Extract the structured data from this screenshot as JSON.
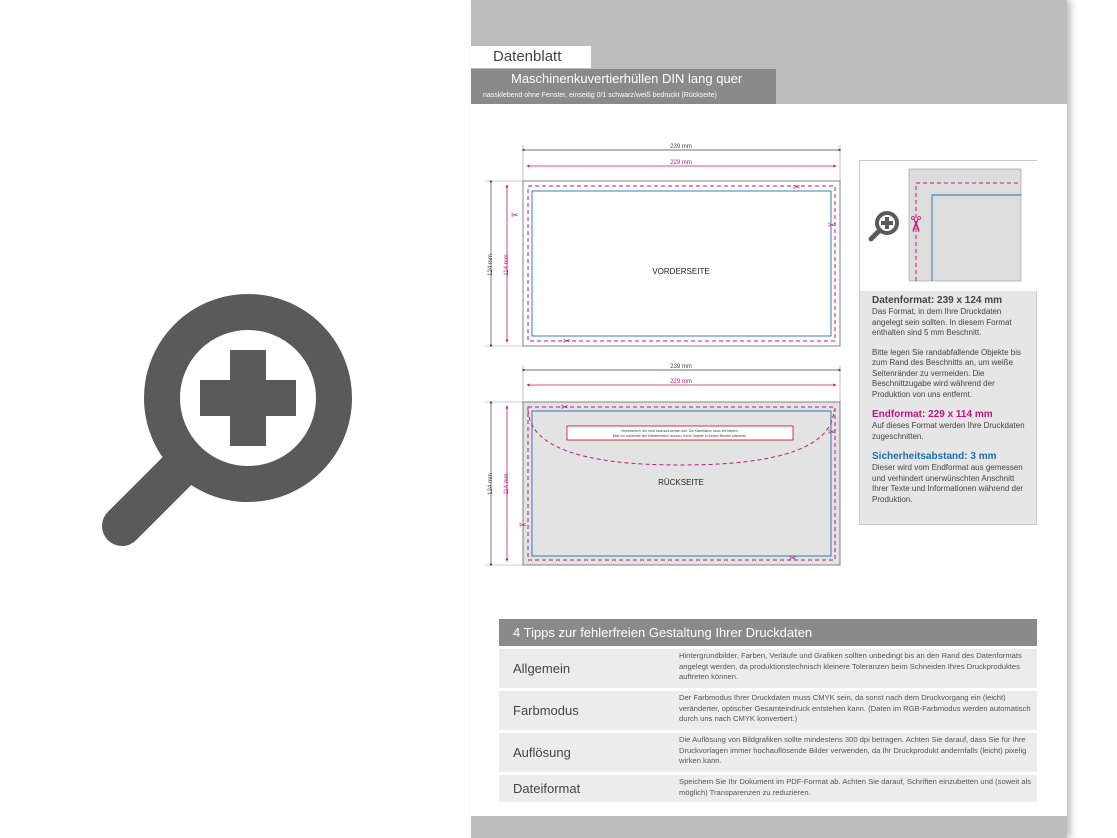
{
  "header": {
    "doc_label": "Datenblatt",
    "title": "Maschinenkuvertierhüllen DIN lang quer",
    "subtitle": "nassklebend ohne Fenster, einseitig 0/1 schwarz/weiß bedruckt (Rückseite)"
  },
  "diagram": {
    "front": {
      "width_outer": "239 mm",
      "width_inner": "229 mm",
      "height_outer": "124 mm",
      "height_inner": "114 mm",
      "label": "VORDERSEITE"
    },
    "back": {
      "width_outer": "239 mm",
      "width_inner": "229 mm",
      "height_outer": "124 mm",
      "height_inner": "114 mm",
      "label": "RÜCKSEITE",
      "warning_line1": "Klebebereich, der nicht bedruckt werden darf. Die Klebefläche muss frei bleiben.",
      "warning_line2": "Bitte nur außerhalb des Klebebereichs drucken. Keine Objekte in diesem Bereich platzieren."
    }
  },
  "info": {
    "datenformat_title": "Datenformat: 239 x 124 mm",
    "datenformat_text": "Das Format, in dem Ihre Druckdaten angelegt sein sollten. In diesem Format enthalten sind 5 mm Beschnitt.",
    "bleed_text": "Bitte legen Sie randabfallende Objekte bis zum Rand des Beschnitts an, um weiße Seitenränder zu vermeiden. Die Beschnittzugabe wird während der Produktion von uns entfernt.",
    "endformat_title": "Endformat: 229 x 114 mm",
    "endformat_text": "Auf dieses Format werden Ihre Druckdaten zugeschnitten.",
    "safety_title": "Sicherheitsabstand: 3 mm",
    "safety_text": "Dieser wird vom Endformat aus gemessen und verhindert unerwünschten Anschnitt Ihrer Texte und Informationen während der Produktion."
  },
  "tips": {
    "title": "4 Tipps zur fehlerfreien Gestaltung Ihrer Druckdaten",
    "rows": [
      {
        "name": "Allgemein",
        "text": "Hintergrundbilder, Farben, Verläufe und Grafiken sollten unbedingt bis an den Rand des Datenformats angelegt werden, da produktionstechnisch kleinere Toleranzen beim Schneiden Ihres Druckproduktes auftreten können."
      },
      {
        "name": "Farbmodus",
        "text": "Der Farbmodus Ihrer Druckdaten muss CMYK sein, da sonst nach dem Druckvorgang ein (leicht) veränderter, optischer Gesamteindruck entstehen kann. (Daten im RGB-Farbmodus werden automatisch durch uns nach CMYK konvertiert.)"
      },
      {
        "name": "Auflösung",
        "text": "Die Auflösung von Bildgrafiken sollte mindestens 300 dpi betragen. Achten Sie darauf, dass Sie für Ihre Druckvorlagen immer hochauflösende Bilder verwenden, da Ihr Druckprodukt andernfalls (leicht) pixelig wirken kann."
      },
      {
        "name": "Dateiformat",
        "text": "Speichern Sie Ihr Dokument im PDF-Format ab. Achten Sie darauf, Schriften einzubetten und (soweit als möglich) Transparenzen zu reduzieren."
      }
    ]
  },
  "colors": {
    "magenta": "#c0167f",
    "blue": "#1f6fb2",
    "gray_band": "#bdbdbd",
    "dark_bar": "#8a8a8a",
    "icon_gray": "#5a5a5a"
  }
}
